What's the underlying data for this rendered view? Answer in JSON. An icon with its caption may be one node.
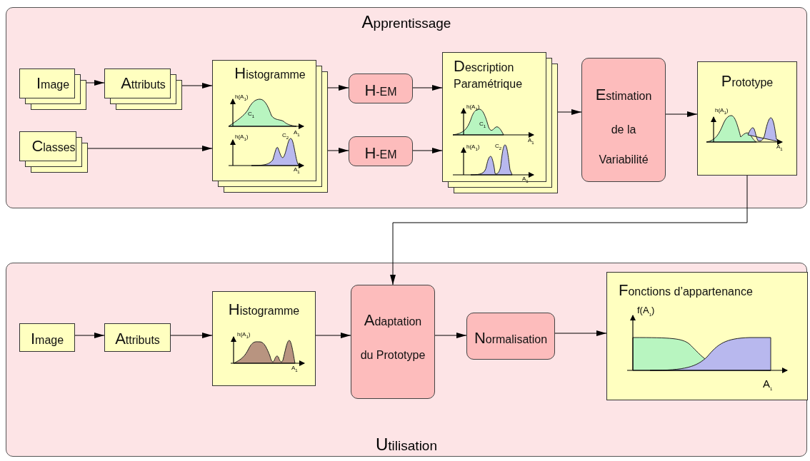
{
  "diagram": {
    "nodes": [
      {
        "text": [
          "Apprentissage"
        ]
      },
      {
        "text": [
          "Image"
        ],
        "in": 0
      },
      {
        "text": [
          "Attributs"
        ],
        "in": 0
      },
      {
        "text": [
          "Classes"
        ],
        "in": 0
      },
      {
        "text": [
          "Histogramme"
        ],
        "in": 0
      },
      {
        "text": [
          "H-EM"
        ],
        "in": 0
      },
      {
        "text": [
          "H-EM"
        ],
        "in": 0
      },
      {
        "text": [
          "Description Paramétrique"
        ],
        "in": 0
      },
      {
        "text": [
          "Estimation de la Variabilité"
        ],
        "in": 0
      },
      {
        "text": [
          "Prototype"
        ],
        "in": 0
      },
      {
        "text": [
          "Utilisation"
        ]
      },
      {
        "text": [
          "Image"
        ],
        "in": 10
      },
      {
        "text": [
          "Attributs"
        ],
        "in": 10
      },
      {
        "text": [
          "Histogramme"
        ],
        "in": 10
      },
      {
        "text": [
          "Adaptation du Prototype"
        ],
        "in": 10
      },
      {
        "text": [
          "Normalisation"
        ],
        "in": 10
      },
      {
        "text": [
          "Fonctions d’appartenance"
        ],
        "in": 10
      }
    ],
    "edges": [
      {
        "from": 1,
        "to": 2,
        "arrow": "to"
      },
      {
        "from": 2,
        "to": 4,
        "arrow": "to"
      },
      {
        "from": 3,
        "to": 4,
        "arrow": "to"
      },
      {
        "from": 4,
        "to": 5,
        "arrow": "to"
      },
      {
        "from": 4,
        "to": 6,
        "arrow": "to"
      },
      {
        "from": 5,
        "to": 7,
        "arrow": "to"
      },
      {
        "from": 6,
        "to": 7,
        "arrow": "to"
      },
      {
        "from": 7,
        "to": 8,
        "arrow": "to"
      },
      {
        "from": 8,
        "to": 9,
        "arrow": "to"
      },
      {
        "from": 9,
        "to": 14,
        "arrow": "to"
      },
      {
        "from": 11,
        "to": 12,
        "arrow": "to"
      },
      {
        "from": 12,
        "to": 13,
        "arrow": "to"
      },
      {
        "from": 13,
        "to": 14,
        "arrow": "to"
      },
      {
        "from": 14,
        "to": 15,
        "arrow": "to"
      },
      {
        "from": 15,
        "to": 16,
        "arrow": "to"
      }
    ],
    "labels": [
      "h(A$_{1}$)",
      "C$_{1}$",
      "A$_{1}$",
      "h(A$_{1}$)",
      "C$_{2}$",
      "A$_{1}$",
      "h(A$_{1}$)",
      "C$_{1}$",
      "A$_{1}$",
      "h(A$_{1}$)",
      "C$_{2}$",
      "A$_{1}$",
      "h(A$_{1}$)",
      "A$_{1}$",
      "h(A$_{1}$)",
      "A$_{1}$",
      "f(A$_{1}$)",
      "A$_{1}$"
    ]
  }
}
